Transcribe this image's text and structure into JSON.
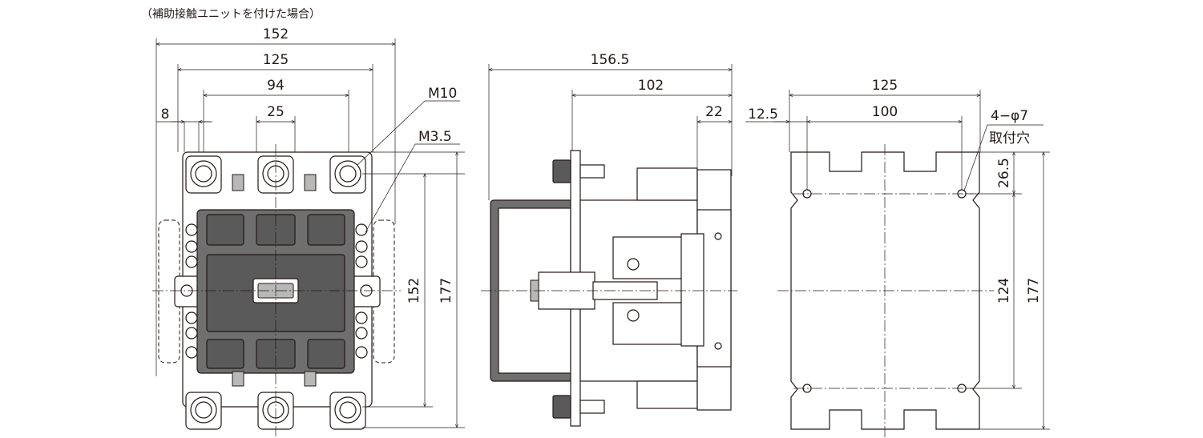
{
  "note": "（補助接触ユニットを付けた場合）",
  "front_view": {
    "dims": {
      "w152": "152",
      "w125": "125",
      "w94": "94",
      "w25": "25",
      "w8": "8",
      "h152": "152",
      "h177": "177"
    },
    "callouts": {
      "m10": "M10",
      "m35": "M3.5"
    }
  },
  "side_view": {
    "dims": {
      "d1565": "156.5",
      "d102": "102",
      "d22": "22"
    }
  },
  "mount_view": {
    "dims": {
      "w125": "125",
      "w100": "100",
      "off125": "12.5",
      "h265": "26.5",
      "h124": "124",
      "h177": "177"
    },
    "hole_label": "4−φ7",
    "hole_note": "取付穴"
  },
  "colors": {
    "line": "#231815",
    "body": "#6f6f6f",
    "panel": "#ffffff"
  }
}
